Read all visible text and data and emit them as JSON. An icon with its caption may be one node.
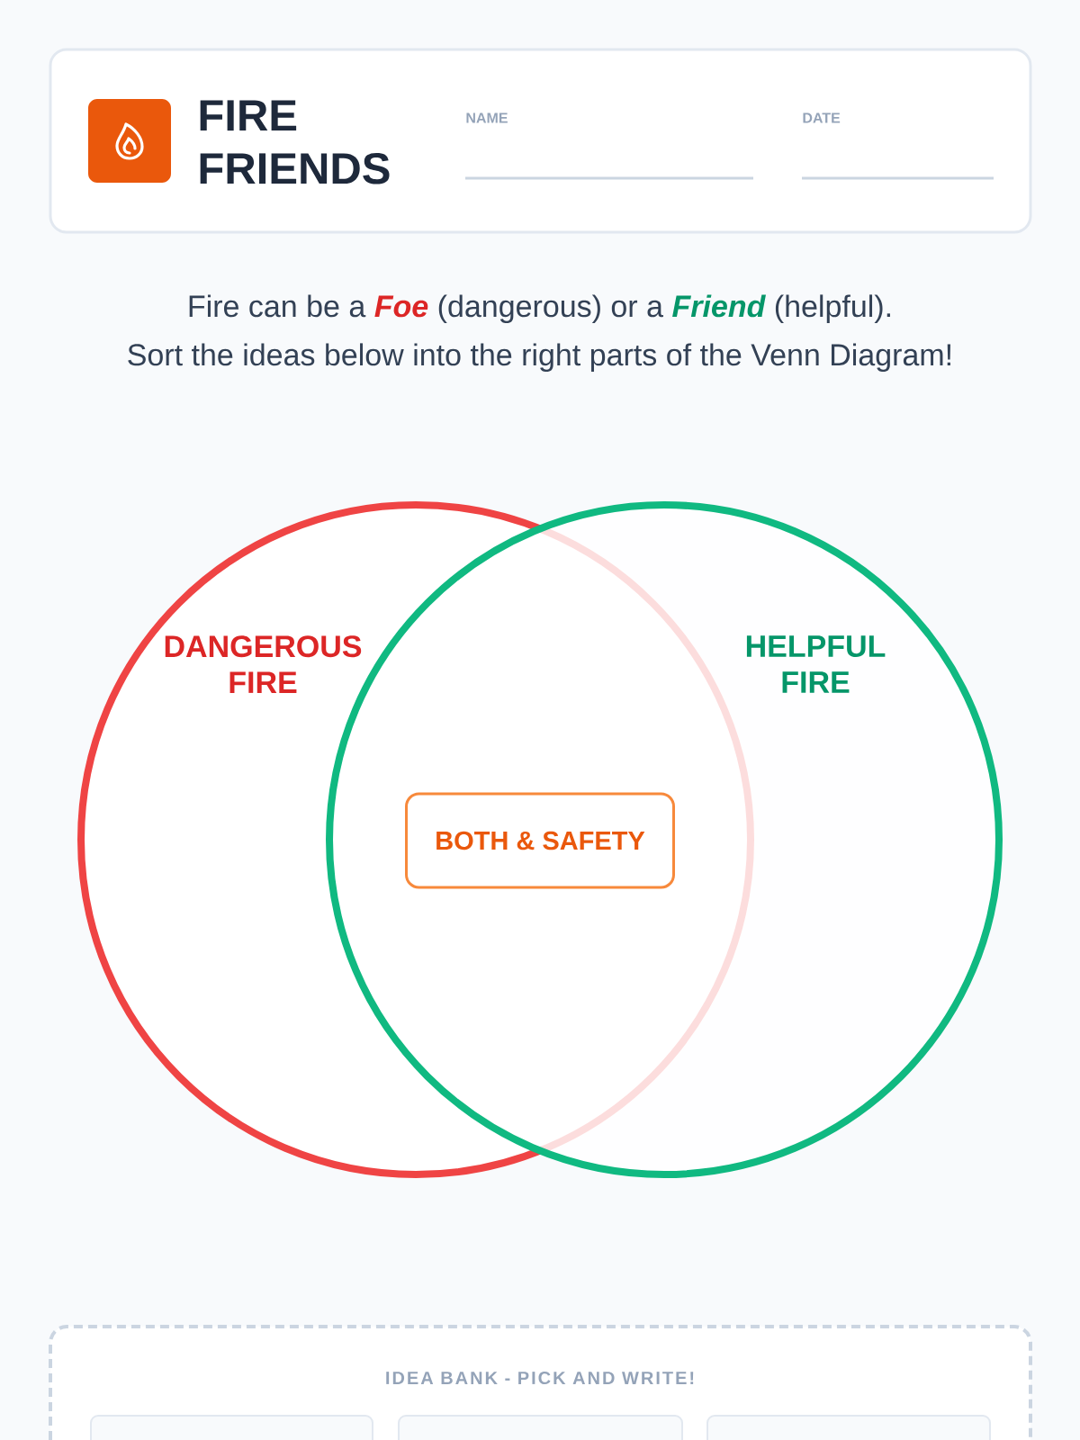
{
  "diagram": {
    "title": "FIRE FRIENDS",
    "nodes": [
      {
        "text": [
          "DANGEROUS FIRE"
        ]
      },
      {
        "text": [
          "HELPFUL FIRE"
        ]
      },
      {
        "text": [
          "BOTH & SAFETY"
        ]
      },
      {
        "text": [
          "IDEA BANK - PICK AND WRITE!"
        ]
      },
      {
        "text": [],
        "shape": "box",
        "in": 3
      },
      {
        "text": [],
        "shape": "box",
        "in": 3
      },
      {
        "text": [],
        "shape": "box",
        "in": 3
      }
    ],
    "labels": [
      "NAME",
      "DATE",
      "Fire can be a **Foe** (dangerous) or a **Friend** (helpful).",
      "Sort the ideas below into the right parts of the Venn Diagram!"
    ]
  }
}
